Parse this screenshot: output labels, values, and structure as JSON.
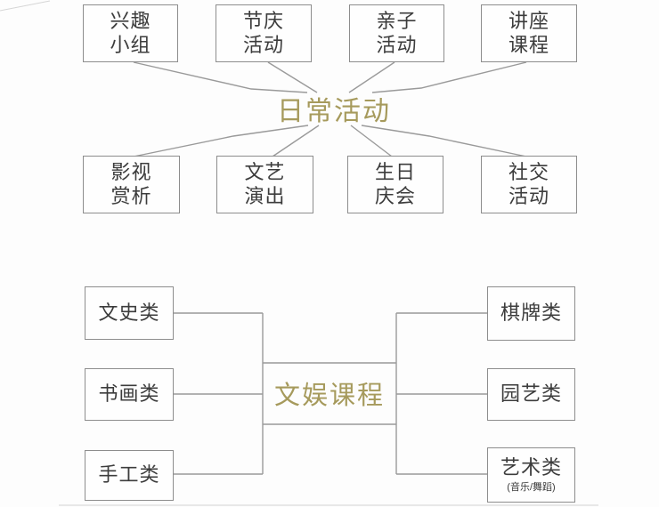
{
  "colors": {
    "accent_gold": "#a69a5c",
    "box_border": "#8d8d8d",
    "connector_line": "#9a9a9a",
    "text": "#3c3c3c",
    "background": "#fdfdfd"
  },
  "diagram_daily": {
    "center_label": "日常活动",
    "top_row": [
      {
        "label": "兴趣\n小组"
      },
      {
        "label": "节庆\n活动"
      },
      {
        "label": "亲子\n活动"
      },
      {
        "label": "讲座\n课程"
      }
    ],
    "bottom_row": [
      {
        "label": "影视\n赏析"
      },
      {
        "label": "文艺\n演出"
      },
      {
        "label": "生日\n庆会"
      },
      {
        "label": "社交\n活动"
      }
    ]
  },
  "diagram_courses": {
    "center_label": "文娱课程",
    "left_column": [
      {
        "label": "文史类"
      },
      {
        "label": "书画类"
      },
      {
        "label": "手工类"
      }
    ],
    "right_column": [
      {
        "label": "棋牌类"
      },
      {
        "label": "园艺类"
      },
      {
        "label": "艺术类",
        "sublabel": "(音乐/舞蹈)"
      }
    ]
  }
}
